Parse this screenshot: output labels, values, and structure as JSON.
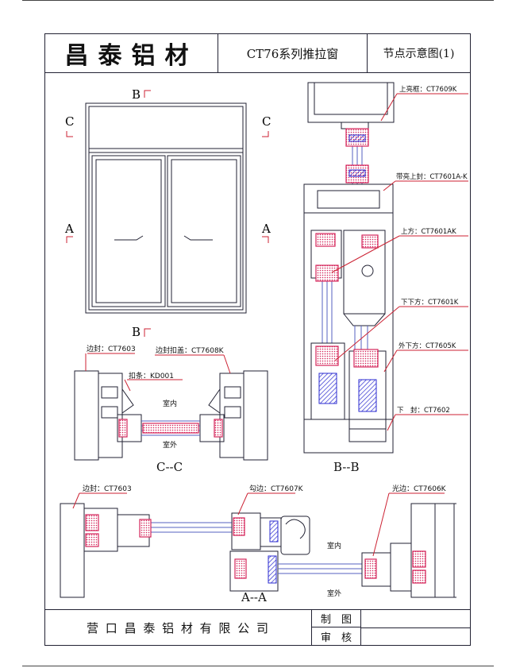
{
  "title_block": {
    "company_logo_text": "昌泰铝材",
    "series_name": "CT76系列推拉窗",
    "sheet_title": "节点示意图(1)"
  },
  "elevation": {
    "section_marks": {
      "b_top": "B",
      "b_bottom": "B",
      "c_left": "C",
      "c_right": "C",
      "a_left": "A",
      "a_right": "A"
    }
  },
  "section_cc": {
    "caption": "C--C",
    "labels": {
      "side_seal": "边封：CT7603",
      "side_seal_clip": "边封扣盖：CT7608K",
      "pressure_strip": "扣条：KD001",
      "indoor": "室内",
      "outdoor": "室外"
    }
  },
  "section_bb": {
    "caption": "B--B",
    "labels": {
      "top_frame": "上亮框：CT7609K",
      "transom": "带亮上封：CT7601A-K",
      "upper_sash": "上方：CT7601AK",
      "lower_sash": "下下方：CT7601K",
      "outer_sash": "外下方：CT7605K",
      "bottom_frame": "下　封：CT7602"
    }
  },
  "section_aa": {
    "caption": "A--A",
    "labels": {
      "side_seal": "边封：CT7603",
      "hook_stile": "勾边：CT7607K",
      "lock_stile": "光边：CT7606K",
      "indoor": "室内",
      "outdoor": "室外"
    }
  },
  "footer": {
    "company_name": "营 口 昌 泰 铝 材 有 限 公 司",
    "drawn_by_label": "制　图",
    "checked_by_label": "审　核"
  },
  "colors": {
    "line": "#222233",
    "leader": "#cc2233",
    "gasket": "#d4245a",
    "seal": "#2b2bd0",
    "glass": "#5560c0"
  }
}
